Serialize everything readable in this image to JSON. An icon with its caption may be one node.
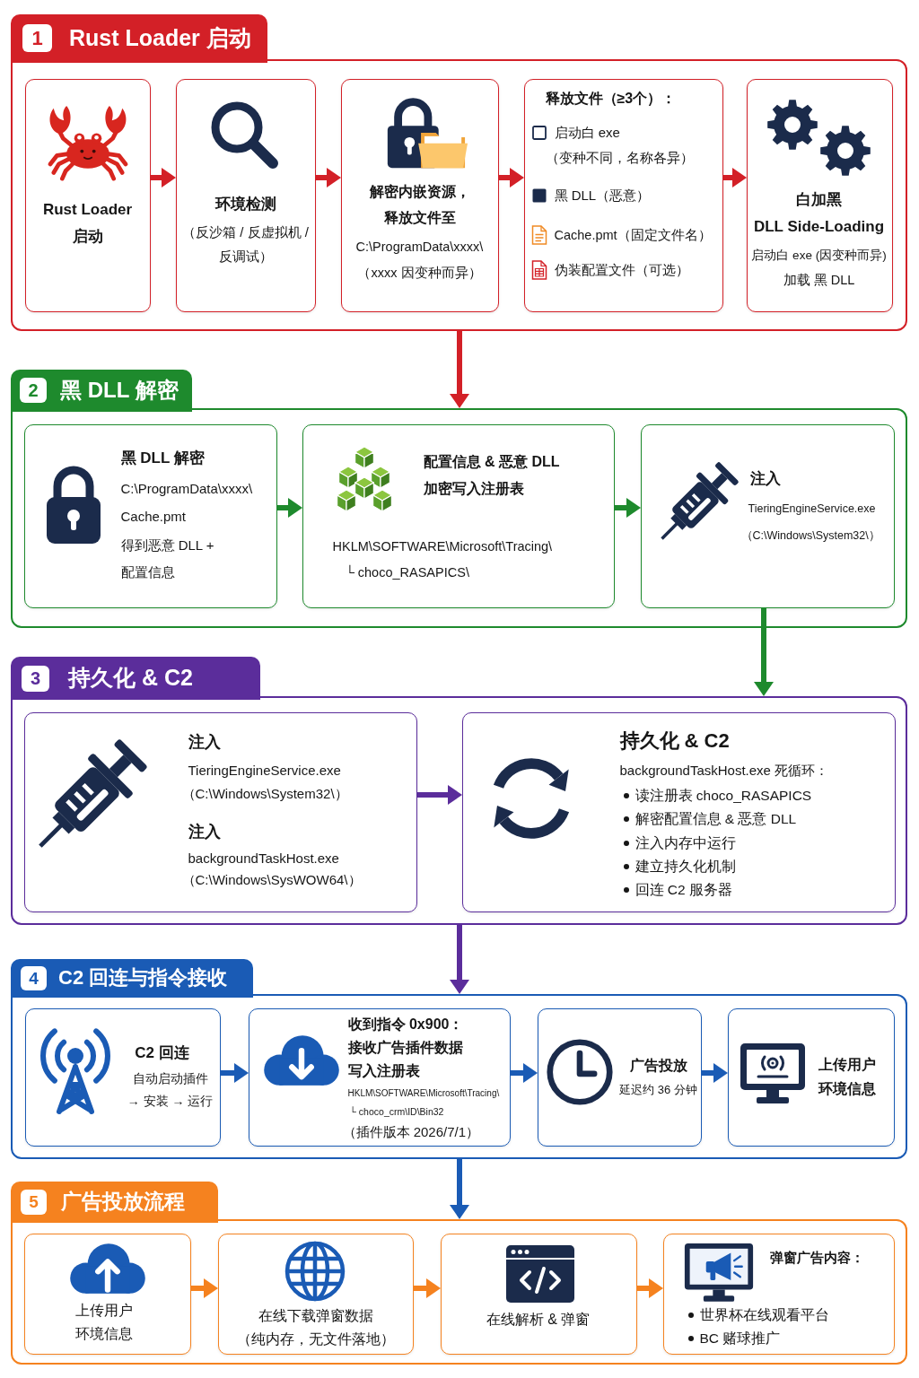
{
  "diagram": {
    "nodes": [
      {
        "text": [
          "1",
          "Rust Loader 启动"
        ]
      },
      {
        "text": [
          "Rust Loader 启动"
        ],
        "in": 0
      },
      {
        "text": [
          "环境检测",
          "（反沙箱 / 反虚拟机 / 反调试）"
        ],
        "in": 0
      },
      {
        "text": [
          "解密内嵌资源，释放文件至",
          "C:\\ProgramData\\xxxx\\",
          "（xxxx 因变种而异）"
        ],
        "in": 0
      },
      {
        "text": [
          "释放文件（≥3个）：",
          "启动白 exe",
          "（变种不同，名称各异）",
          "黑 DLL（恶意）",
          "Cache.pmt（固定文件名）",
          "伪装配置文件（可选）"
        ],
        "in": 0
      },
      {
        "text": [
          "白加黑",
          "DLL Side-Loading",
          "启动白 exe (因变种而异)",
          "加载 黑 DLL"
        ],
        "in": 0
      },
      {
        "text": [
          "2",
          "黑 DLL 解密"
        ]
      },
      {
        "text": [
          "黑 DLL 解密",
          "C:\\ProgramData\\xxxx\\",
          "Cache.pmt",
          "得到恶意 DLL + 配置信息"
        ],
        "in": 6
      },
      {
        "text": [
          "配置信息 & 恶意 DLL",
          "加密写入注册表",
          "HKLM\\SOFTWARE\\Microsoft\\Tracing\\",
          "└ choco_RASAPICS\\"
        ],
        "in": 6
      },
      {
        "text": [
          "注入",
          "TieringEngineService.exe",
          "（C:\\Windows\\System32\\）"
        ],
        "in": 6
      },
      {
        "text": [
          "3",
          "持久化 & C2"
        ]
      },
      {
        "text": [
          "注入",
          "TieringEngineService.exe",
          "（C:\\Windows\\System32\\）",
          "注入",
          "backgroundTaskHost.exe",
          "（C:\\Windows\\SysWOW64\\）"
        ],
        "in": 10
      },
      {
        "text": [
          "持久化 & C2",
          "backgroundTaskHost.exe 死循环：",
          "读注册表 choco_RASAPICS",
          "解密配置信息 & 恶意 DLL",
          "注入内存中运行",
          "建立持久化机制",
          "回连 C2 服务器"
        ],
        "in": 10
      },
      {
        "text": [
          "4",
          "C2 回连与指令接收"
        ]
      },
      {
        "text": [
          "C2 回连",
          "自动启动插件 → 安装 → 运行"
        ],
        "in": 13
      },
      {
        "text": [
          "收到指令 0x900：",
          "接收广告插件数据",
          "写入注册表",
          "HKLM\\SOFTWARE\\Microsoft\\Tracing\\",
          "└ choco_crm\\ID\\Bin32",
          "（插件版本 2026/7/1）"
        ],
        "in": 13
      },
      {
        "text": [
          "广告投放",
          "延迟约 36 分钟"
        ],
        "in": 13
      },
      {
        "text": [
          "上传用户环境信息"
        ],
        "in": 13
      },
      {
        "text": [
          "5",
          "广告投放流程"
        ]
      },
      {
        "text": [
          "上传用户环境信息"
        ],
        "in": 18
      },
      {
        "text": [
          "在线下载弹窗数据",
          "（纯内存，无文件落地）"
        ],
        "in": 18
      },
      {
        "text": [
          "在线解析 & 弹窗"
        ],
        "in": 18
      },
      {
        "text": [
          "弹窗广告内容：",
          "世界杯在线观看平台",
          "BC 赌球推广"
        ],
        "in": 18
      }
    ],
    "edges": [
      {
        "from": 1,
        "to": 2,
        "arrow": "to"
      },
      {
        "from": 2,
        "to": 3,
        "arrow": "to"
      },
      {
        "from": 3,
        "to": 4,
        "arrow": "to"
      },
      {
        "from": 4,
        "to": 5,
        "arrow": "to"
      },
      {
        "from": 0,
        "to": 6,
        "arrow": "to"
      },
      {
        "from": 7,
        "to": 8,
        "arrow": "to",
        "color": "#1e8a2d"
      },
      {
        "from": 8,
        "to": 9,
        "arrow": "to",
        "color": "#1e8a2d"
      },
      {
        "from": 9,
        "to": 10,
        "arrow": "to",
        "color": "#1e8a2d"
      },
      {
        "from": 11,
        "to": 12,
        "arrow": "to",
        "color": "#5b2d9b"
      },
      {
        "from": 10,
        "to": 13,
        "arrow": "to",
        "color": "#5b2d9b"
      },
      {
        "from": 14,
        "to": 15,
        "arrow": "to",
        "color": "#1a5bb5"
      },
      {
        "from": 15,
        "to": 16,
        "arrow": "to",
        "color": "#1a5bb5"
      },
      {
        "from": 16,
        "to": 17,
        "arrow": "to",
        "color": "#1a5bb5"
      },
      {
        "from": 13,
        "to": 18,
        "arrow": "to",
        "color": "#1a5bb5"
      },
      {
        "from": 19,
        "to": 20,
        "arrow": "to",
        "color": "#f5821f"
      },
      {
        "from": 20,
        "to": 21,
        "arrow": "to",
        "color": "#f5821f"
      },
      {
        "from": 21,
        "to": 22,
        "arrow": "to",
        "color": "#f5821f"
      }
    ]
  }
}
